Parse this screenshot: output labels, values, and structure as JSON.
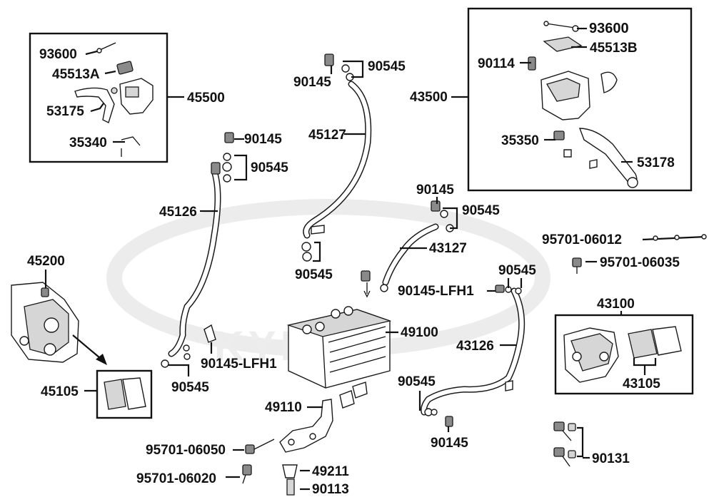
{
  "diagram": {
    "watermark_text": "KYMCO",
    "labels": {
      "93600_left": "93600",
      "45513A": "45513A",
      "53175": "53175",
      "35340": "35340",
      "45500": "45500",
      "90145_top": "90145",
      "90545_top": "90545",
      "45127": "45127",
      "90145_hose": "90145",
      "90545_hose": "90545",
      "45126": "45126",
      "93600_right": "93600",
      "45513B": "45513B",
      "90114": "90114",
      "43500": "43500",
      "35350": "35350",
      "53178": "53178",
      "90145_mid": "90145",
      "90545_mid": "90545",
      "43127": "43127",
      "90545_lower_mid": "90545",
      "95701_06012": "95701-06012",
      "95701_06035": "95701-06035",
      "45200": "45200",
      "90545_right": "90545",
      "90145_LFH1_right": "90145-LFH1",
      "43100": "43100",
      "49100": "49100",
      "43126": "43126",
      "90145_LFH1_left": "90145-LFH1",
      "90545_left_bottom": "90545",
      "45105": "45105",
      "43105": "43105",
      "90545_bottom_right": "90545",
      "49110": "49110",
      "90145_bottom": "90145",
      "95701_06050": "95701-06050",
      "90131": "90131",
      "49211": "49211",
      "95701_06020": "95701-06020",
      "90113": "90113"
    }
  }
}
